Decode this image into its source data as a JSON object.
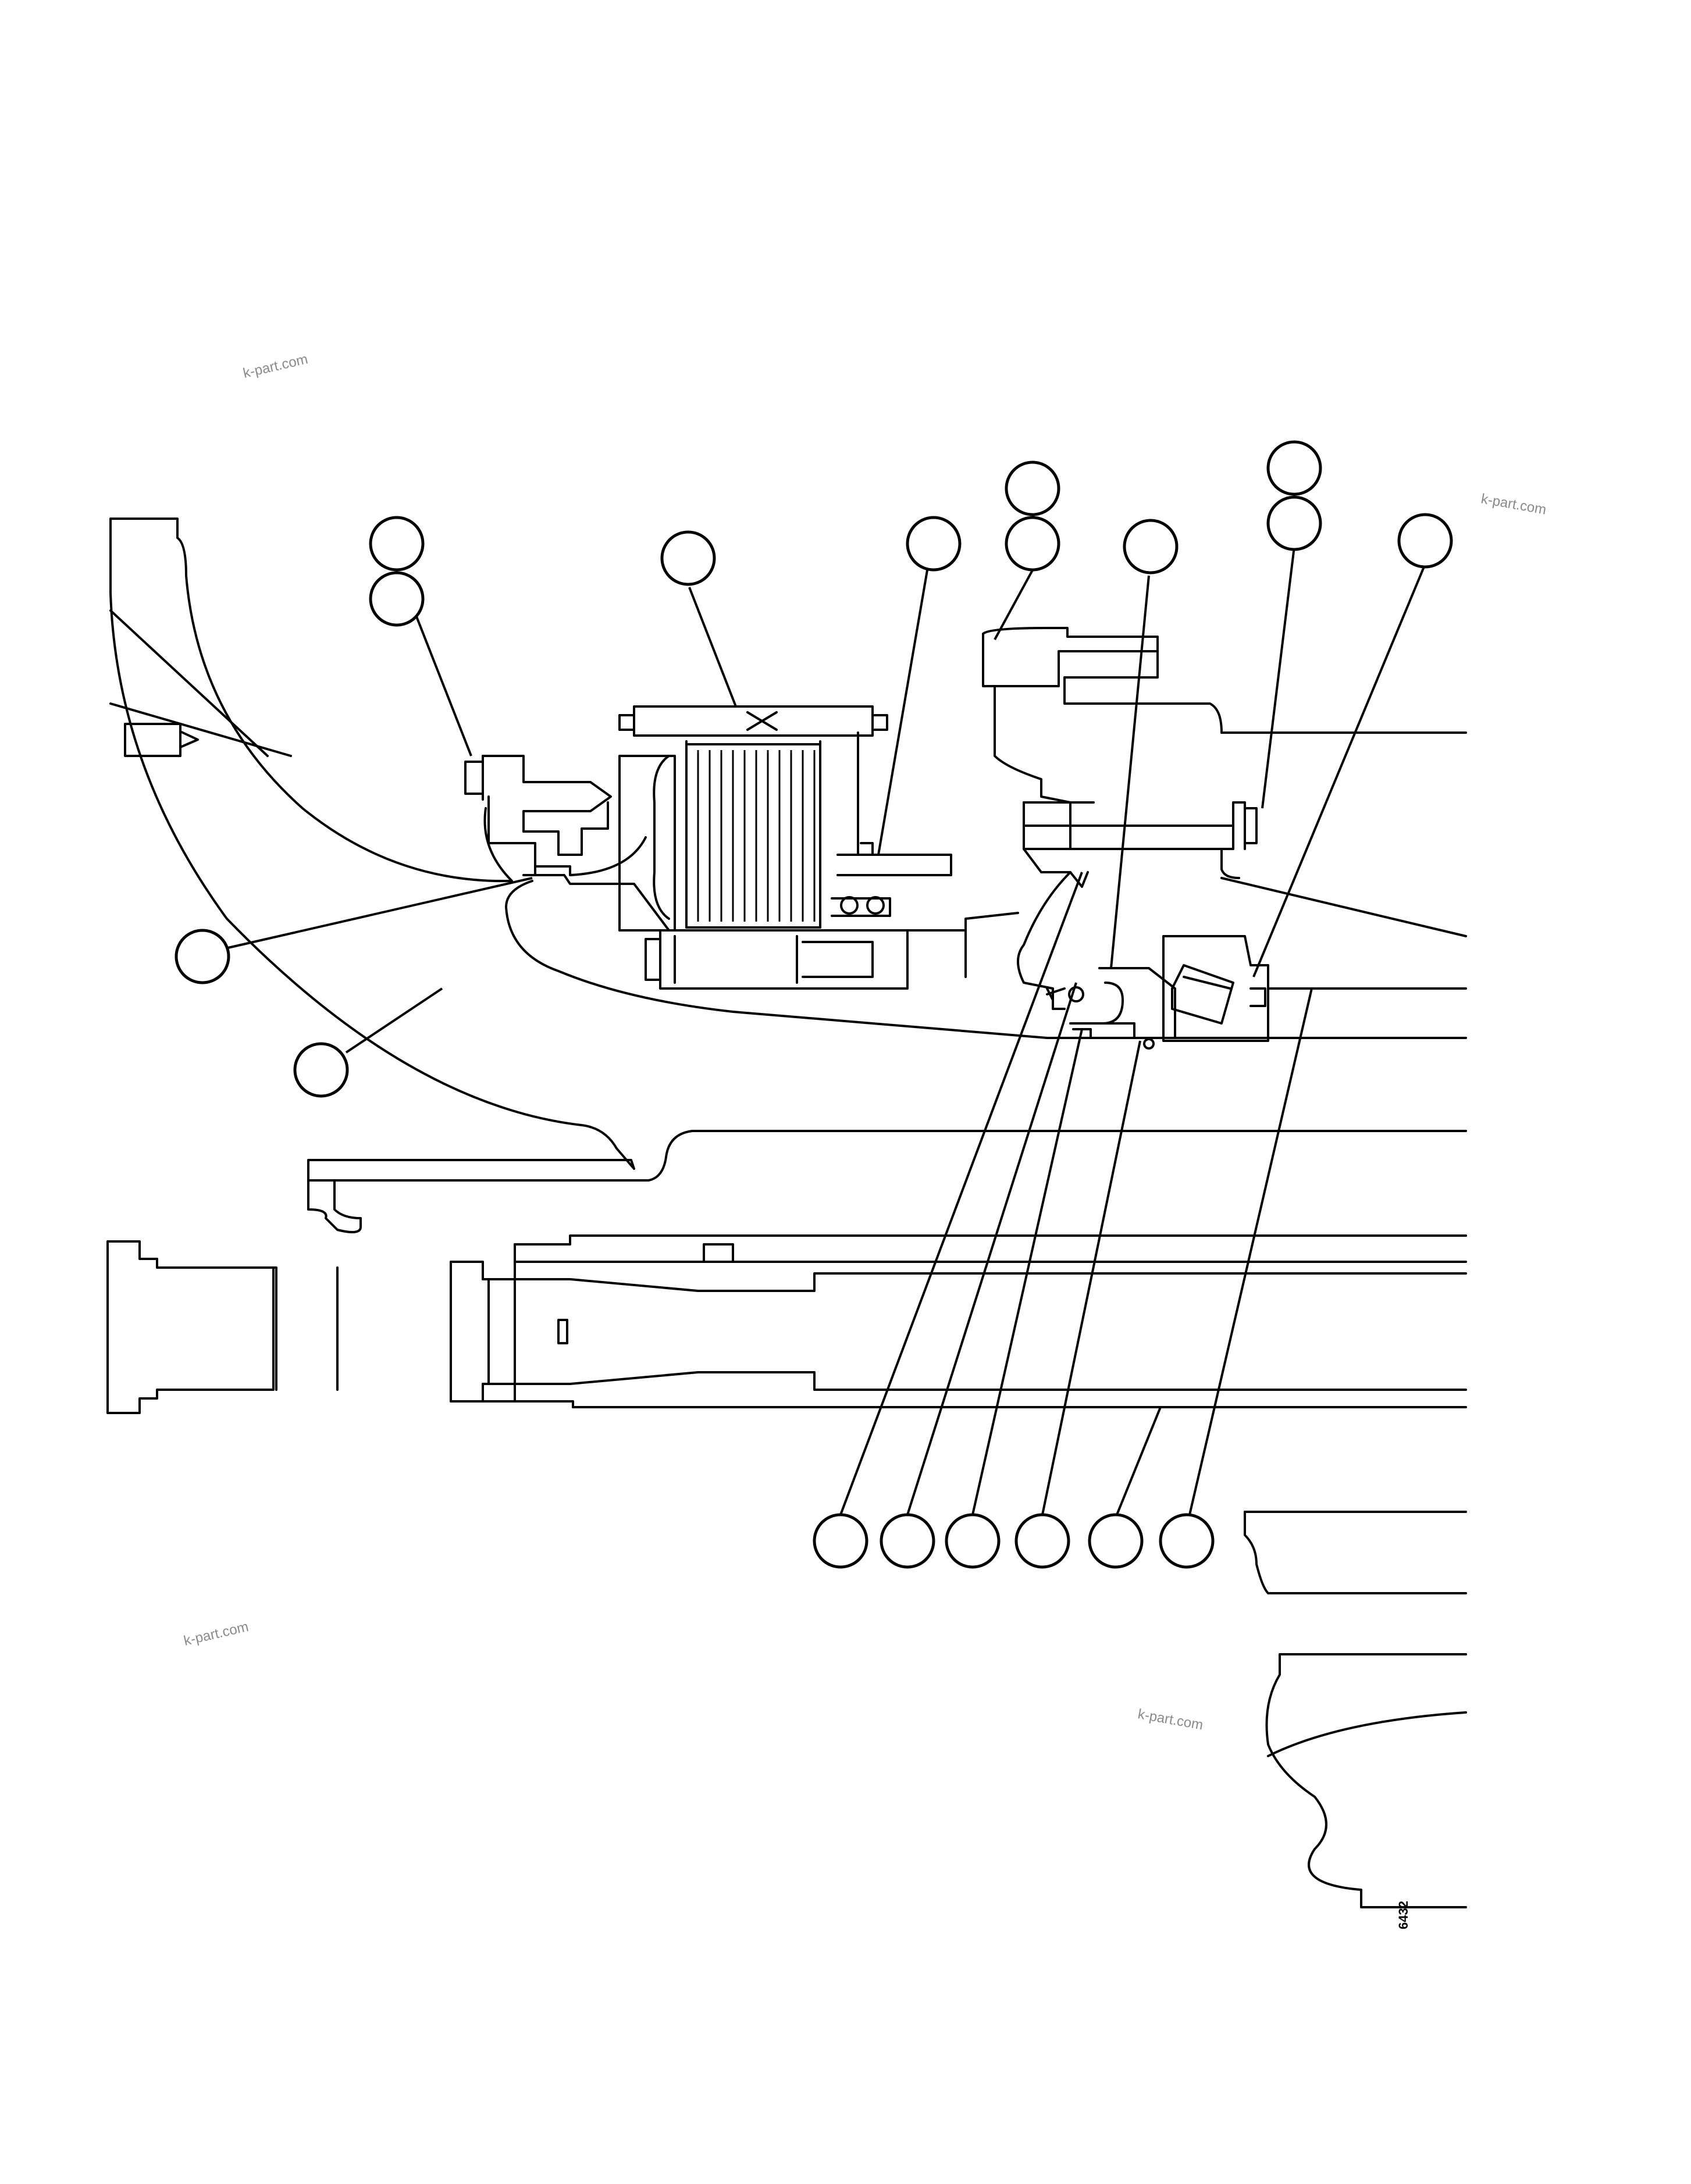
{
  "watermarks": [
    "k-part.com",
    "k-part.com",
    "k-part.com",
    "k-part.com"
  ],
  "drawing_code": "6432",
  "callouts": [
    "",
    "",
    "",
    "",
    "",
    "",
    "",
    "",
    "",
    "",
    "",
    "",
    "",
    "",
    "",
    "",
    "",
    ""
  ]
}
